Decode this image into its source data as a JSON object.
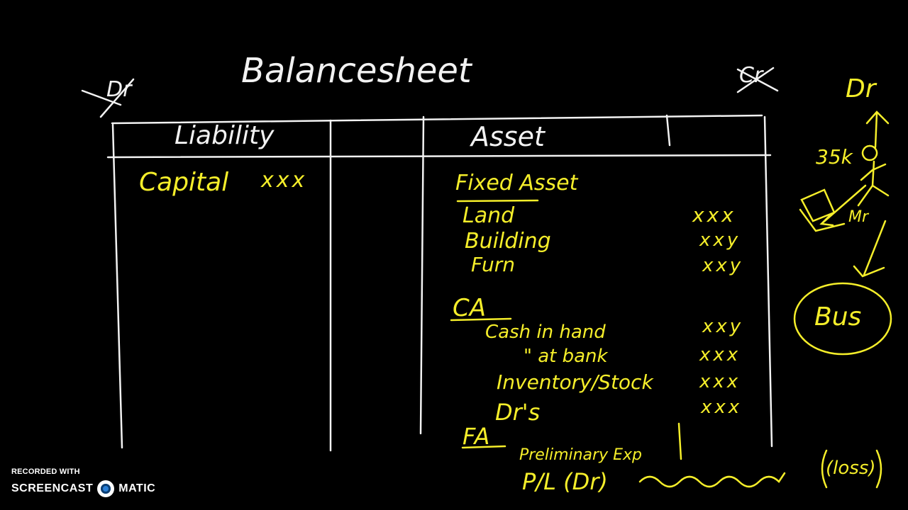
{
  "board": {
    "title": "Balancesheet",
    "dr_left": "Dr",
    "cr_right": "Cr",
    "col_liability": "Liability",
    "col_asset": "Asset",
    "liabilities": {
      "capital_label": "Capital",
      "capital_value": "xxx"
    },
    "assets": {
      "fixed_heading": "Fixed Asset",
      "fixed_items": [
        {
          "label": "Land",
          "value": "xxx"
        },
        {
          "label": "Building",
          "value": "xxy"
        },
        {
          "label": "Furn",
          "value": "xxy"
        }
      ],
      "current_heading": "CA",
      "current_items": [
        {
          "label": "Cash in hand",
          "value": "xxy"
        },
        {
          "label": "\"  at bank",
          "value": "xxx"
        },
        {
          "label": "Inventory/Stock",
          "value": "xxx"
        },
        {
          "label": "Dr's",
          "value": "xxx"
        }
      ],
      "fa_heading": "FA",
      "preliminary_exp": "Preliminary Exp",
      "pl_label": "P/L (Dr)",
      "loss_label": "(loss)"
    },
    "side_diagram": {
      "dr": "Dr",
      "amount": "35k",
      "owner": "Mr",
      "business": "Bus"
    }
  },
  "watermark": {
    "recorded_with": "RECORDED WITH",
    "brand_left": "SCREENCAST",
    "brand_right": "MATIC"
  },
  "colors": {
    "background": "#000000",
    "chalk_white": "#f2f2f2",
    "chalk_yellow": "#f5ee2a"
  }
}
